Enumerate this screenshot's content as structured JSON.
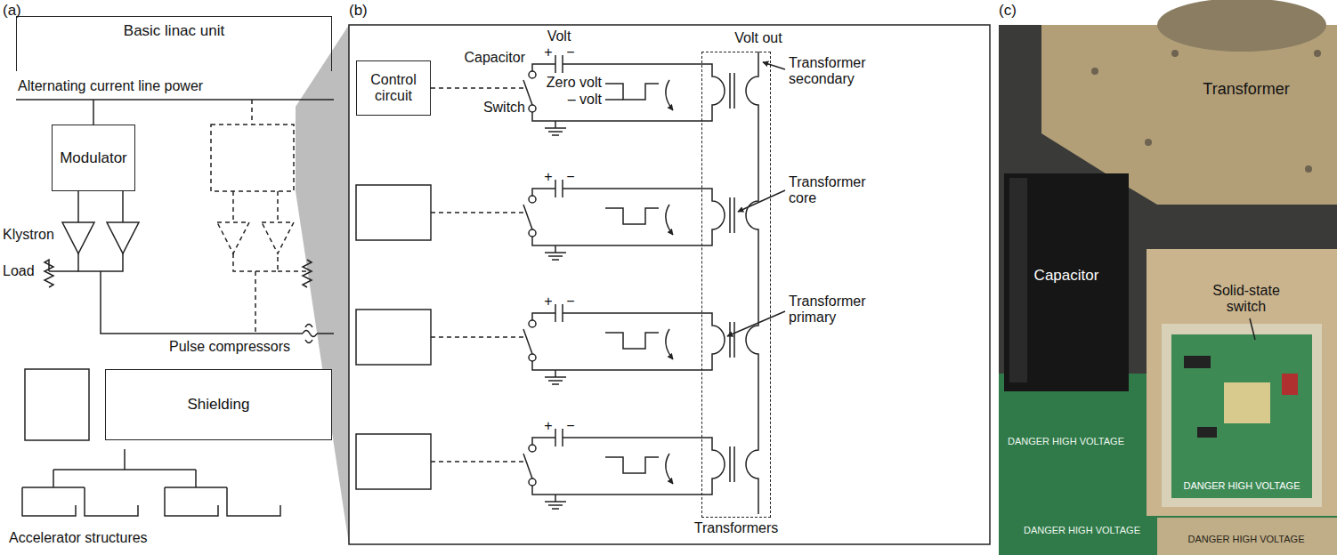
{
  "diagram": {
    "nodes": [
      {
        "text": [
          "Basic linac unit"
        ]
      },
      {
        "text": [
          "Modulator"
        ]
      },
      {
        "text": [
          "Shielding"
        ]
      },
      {
        "text": [
          "Control circuit"
        ]
      },
      {
        "text": [
          "Transformers"
        ]
      }
    ],
    "labels": [
      "(a)",
      "Alternating current line power",
      "Klystron",
      "Load",
      "Pulse compressors",
      "Accelerator structures",
      "(b)",
      "Volt",
      "Volt out",
      "Capacitor",
      "+",
      "−",
      "Zero volt",
      "– volt",
      "Switch",
      "Transformer secondary",
      "+",
      "−",
      "Transformer core",
      "+",
      "−",
      "Transformer primary",
      "+",
      "−",
      "(c)",
      "Transformer",
      "Capacitor",
      "Solid-state switch",
      "DANGER HIGH VOLTAGE",
      "DANGER HIGH VOLTAGE",
      "DANGER HIGH VOLTAGE",
      "DANGER HIGH VOLTAGE"
    ]
  }
}
